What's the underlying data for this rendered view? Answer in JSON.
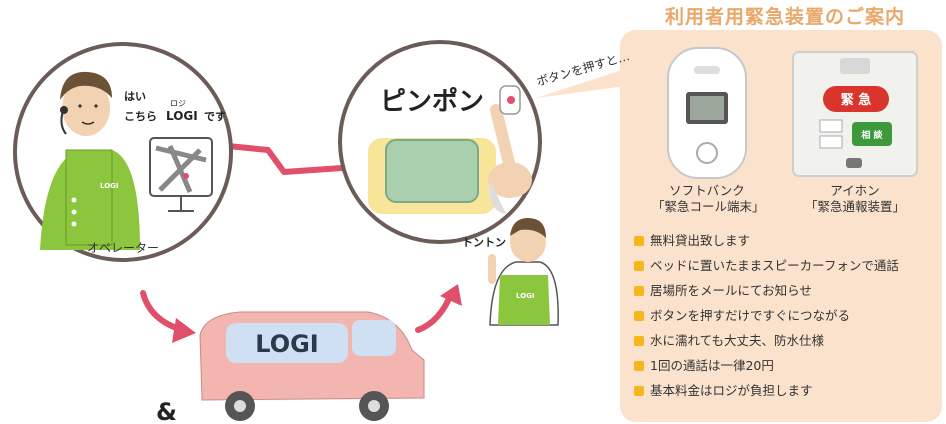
{
  "title": "利用者用緊急装置のご案内",
  "operator": {
    "speech_line1": "はい",
    "speech_line2": "こちら",
    "speech_logi_ruby": "ロジ",
    "speech_line2_end": "です",
    "label": "オペレーター"
  },
  "logo_text": "LOGI",
  "alarm": {
    "sound_text": "ピンポン",
    "callout_text": "ボタンを押すと…"
  },
  "knock_text": "トントン",
  "ampersand": "&",
  "devices": [
    {
      "name_line1": "ソフトバンク",
      "name_line2": "「緊急コール端末」"
    },
    {
      "name_line1": "アイホン",
      "name_line2": "「緊急通報装置」",
      "button_emergency": "緊 急",
      "button_consult": "相 談"
    }
  ],
  "features": [
    "無料貸出致します",
    "ベッドに置いたままスピーカーフォンで通話",
    "居場所をメールにてお知らせ",
    "ボタンを押すだけですぐにつながる",
    "水に濡れても大丈夫、防水仕様",
    "1回の通話は一律20円",
    "基本料金はロジが負担します"
  ],
  "colors": {
    "accent_pink": "#e0506a",
    "title_orange": "#e9a86a",
    "panel_bg": "#fbe2cc",
    "bullet_yellow": "#f5b71b",
    "uniform_green": "#8cc63f",
    "van_pink": "#f2b5b0"
  }
}
